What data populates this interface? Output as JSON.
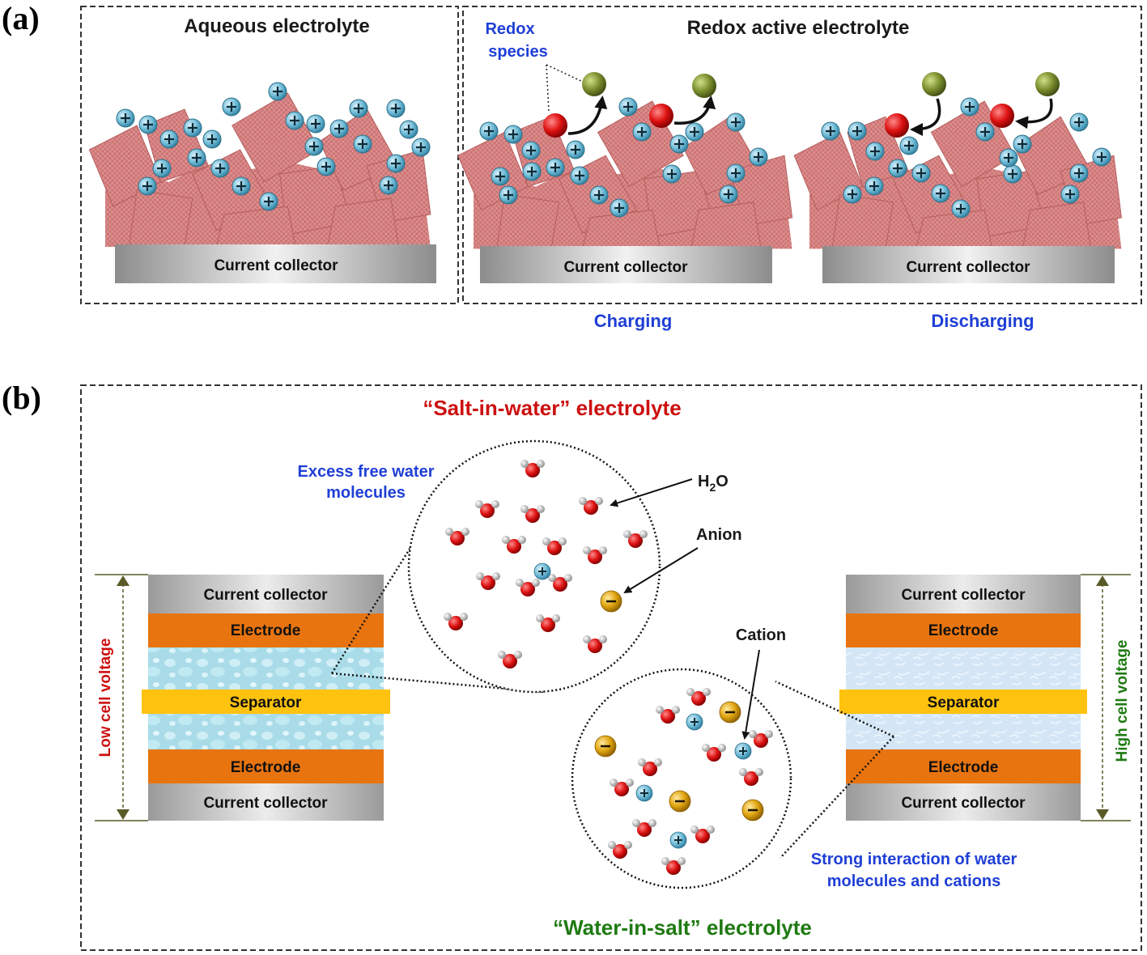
{
  "panel_a": {
    "label": "(a)",
    "aqueous_title": "Aqueous electrolyte",
    "redox_title": "Redox active electrolyte",
    "redox_species": [
      "Redox",
      "species"
    ],
    "current_collector": "Current collector",
    "charging": "Charging",
    "discharging": "Discharging",
    "cation_symbol": "+"
  },
  "panel_b": {
    "label": "(b)",
    "salt_in_water": "“Salt-in-water” electrolyte",
    "water_in_salt": "“Water-in-salt” electrolyte",
    "excess_water": [
      "Excess free water",
      "molecules"
    ],
    "h2o": "H",
    "h2o_sub": "2",
    "h2o_tail": "O",
    "anion": "Anion",
    "cation": "Cation",
    "strong_interaction": [
      "Strong interaction of water",
      "molecules and cations"
    ],
    "low_cell_voltage": "Low cell voltage",
    "high_cell_voltage": "High cell voltage",
    "cell_layers": {
      "current_collector": "Current collector",
      "electrode": "Electrode",
      "separator": "Separator"
    },
    "anion_symbol": "−",
    "cation_symbol": "+"
  },
  "colors": {
    "flake": "#c96b6b",
    "cation": "#6bb8d4",
    "redox_red": "#cc1111",
    "redox_green": "#7a8f2e",
    "anion": "#e0a40f",
    "electrode": "#e87410",
    "separator": "#ffc20e",
    "collector": "#a9a9a9"
  }
}
